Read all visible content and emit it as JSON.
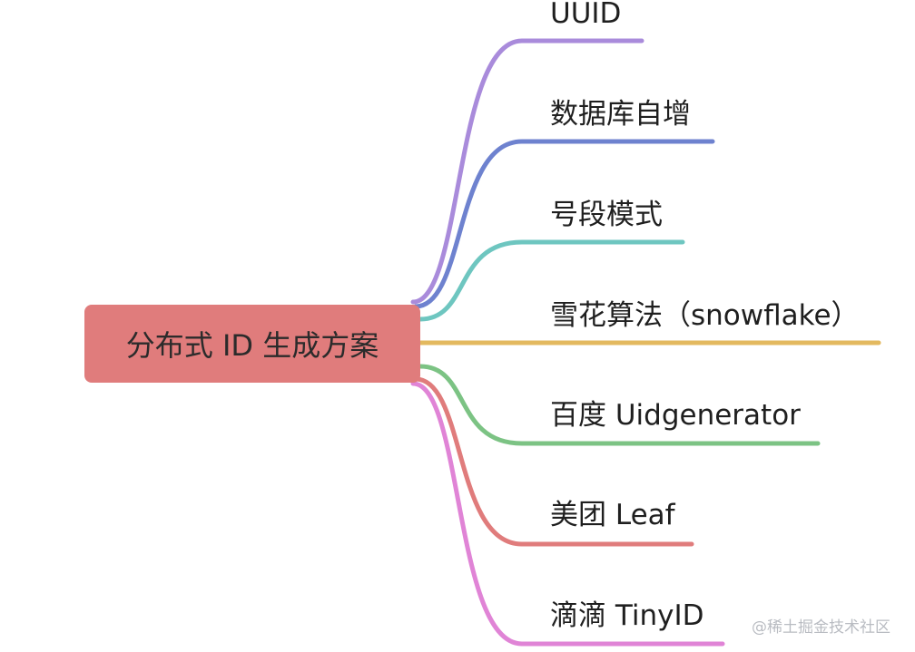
{
  "root": {
    "label": "分布式 ID 生成方案",
    "color": "#e07c7c"
  },
  "branches": [
    {
      "label": "UUID",
      "color": "#a98bdb"
    },
    {
      "label": "数据库自增",
      "color": "#6e82cf"
    },
    {
      "label": "号段模式",
      "color": "#6ec6c0"
    },
    {
      "label": "雪花算法（snowflake）",
      "color": "#e3b95f"
    },
    {
      "label": "百度 Uidgenerator",
      "color": "#7cc384"
    },
    {
      "label": "美团 Leaf",
      "color": "#e07c7c"
    },
    {
      "label": "滴滴 TinyID",
      "color": "#e084d6"
    }
  ],
  "watermark": "@稀土掘金技术社区"
}
